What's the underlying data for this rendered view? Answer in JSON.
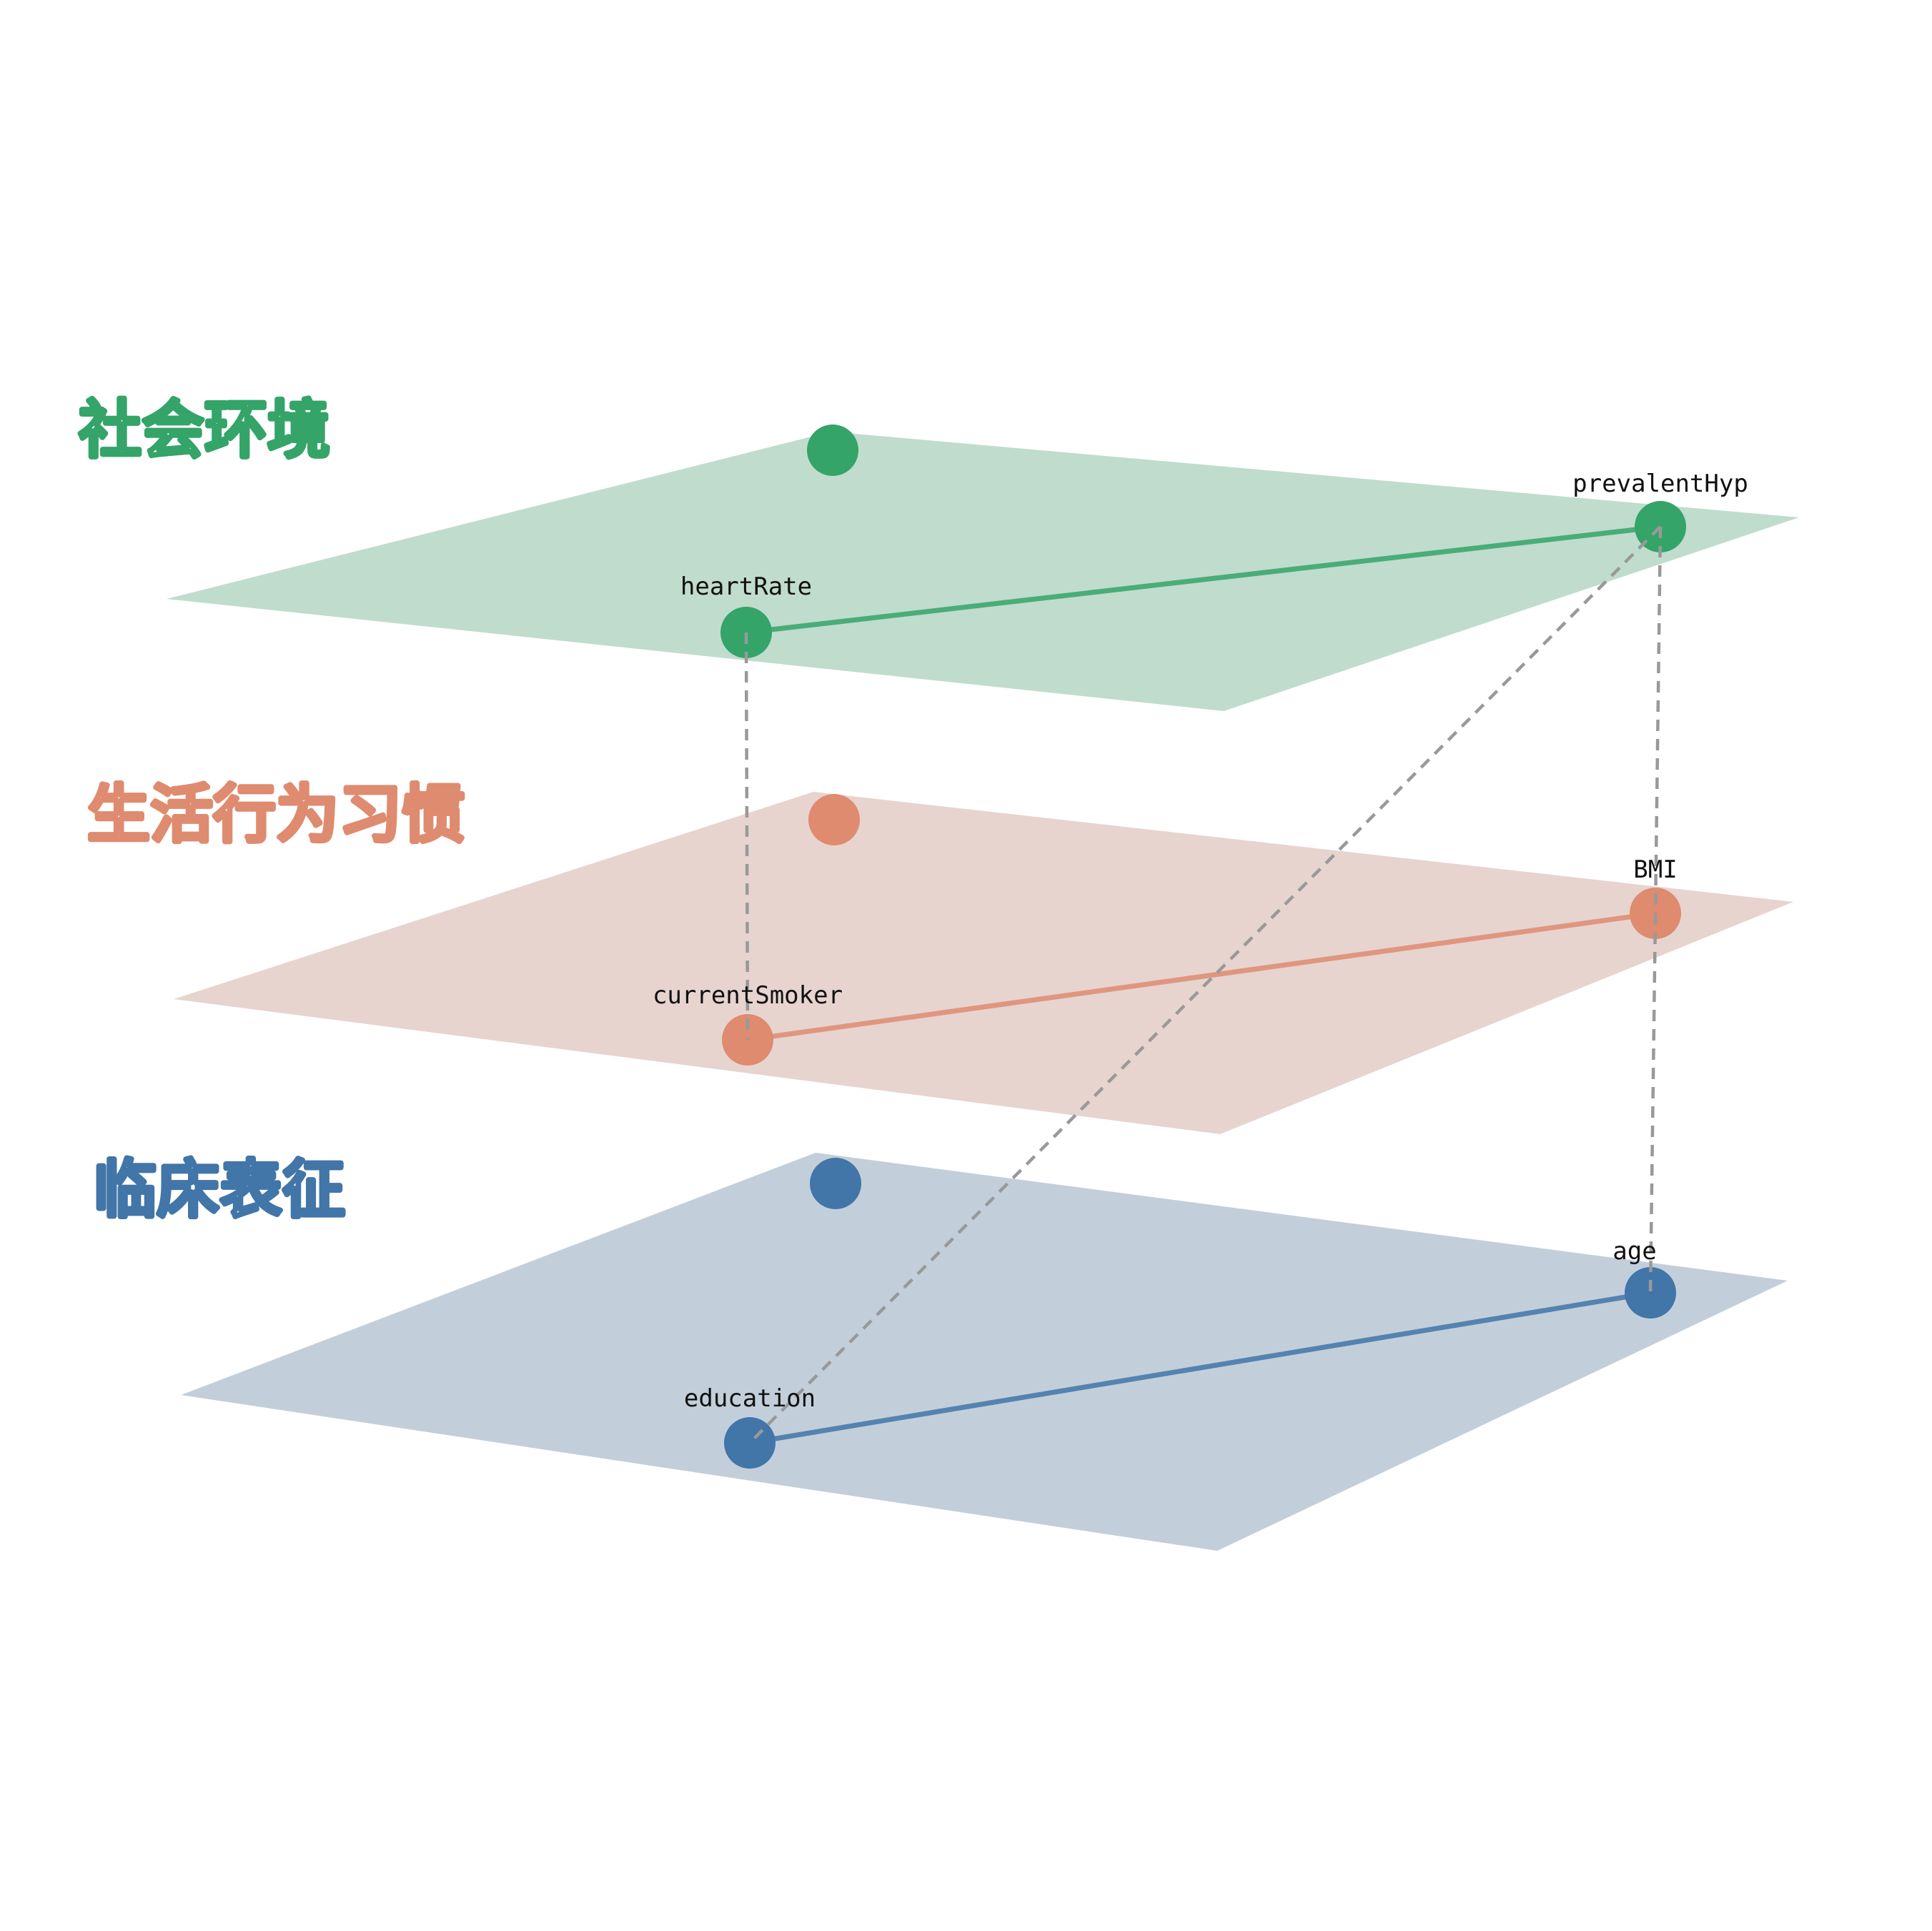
{
  "colors": {
    "social": "#34a468",
    "lifestyle": "#de8b70",
    "clinical": "#4275a8",
    "social_plane": "#c0dccd",
    "lifestyle_plane": "#e7d4cf",
    "clinical_plane": "#c2cfda",
    "cross_edge": "#999999"
  },
  "layers": [
    {
      "id": "social",
      "label": "社会环境"
    },
    {
      "id": "lifestyle",
      "label": "生活行为习惯"
    },
    {
      "id": "clinical",
      "label": "临床表征"
    }
  ],
  "nodes": [
    {
      "id": "social-center",
      "layer": "social",
      "label": ""
    },
    {
      "id": "heartRate",
      "layer": "social",
      "label": "heartRate"
    },
    {
      "id": "prevalentHyp",
      "layer": "social",
      "label": "prevalentHyp"
    },
    {
      "id": "lifestyle-center",
      "layer": "lifestyle",
      "label": ""
    },
    {
      "id": "currentSmoker",
      "layer": "lifestyle",
      "label": "currentSmoker"
    },
    {
      "id": "BMI",
      "layer": "lifestyle",
      "label": "BMI"
    },
    {
      "id": "clinical-center",
      "layer": "clinical",
      "label": ""
    },
    {
      "id": "education",
      "layer": "clinical",
      "label": "education"
    },
    {
      "id": "age",
      "layer": "clinical",
      "label": "age"
    }
  ],
  "edges": [
    {
      "from": "heartRate",
      "to": "prevalentHyp",
      "style": "solid",
      "layer": "social"
    },
    {
      "from": "currentSmoker",
      "to": "BMI",
      "style": "solid",
      "layer": "lifestyle"
    },
    {
      "from": "education",
      "to": "age",
      "style": "solid",
      "layer": "clinical"
    },
    {
      "from": "heartRate",
      "to": "currentSmoker",
      "style": "dashed"
    },
    {
      "from": "prevalentHyp",
      "to": "BMI",
      "style": "dashed"
    },
    {
      "from": "BMI",
      "to": "age",
      "style": "dashed"
    },
    {
      "from": "prevalentHyp",
      "to": "education",
      "style": "dashed"
    }
  ]
}
